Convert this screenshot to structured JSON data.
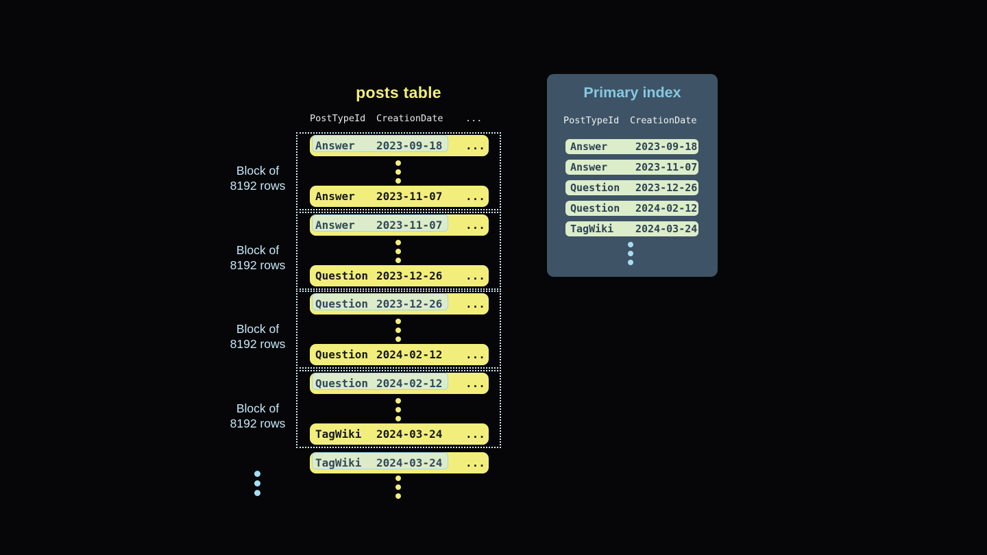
{
  "posts_table": {
    "title": "posts table",
    "header": {
      "col1": "PostTypeId",
      "col2": "CreationDate",
      "more": "..."
    },
    "block_label": {
      "line1": "Block of",
      "line2": "8192 rows"
    },
    "row_more": "...",
    "blocks": [
      {
        "first": {
          "type": "Answer",
          "date": "2023-09-18"
        },
        "last": {
          "type": "Answer",
          "date": "2023-11-07"
        }
      },
      {
        "first": {
          "type": "Answer",
          "date": "2023-11-07"
        },
        "last": {
          "type": "Question",
          "date": "2023-12-26"
        }
      },
      {
        "first": {
          "type": "Question",
          "date": "2023-12-26"
        },
        "last": {
          "type": "Question",
          "date": "2024-02-12"
        }
      },
      {
        "first": {
          "type": "Question",
          "date": "2024-02-12"
        },
        "last": {
          "type": "TagWiki",
          "date": "2024-03-24"
        }
      }
    ],
    "overflow_row": {
      "type": "TagWiki",
      "date": "2024-03-24"
    }
  },
  "primary_index": {
    "title": "Primary index",
    "header": {
      "col1": "PostTypeId",
      "col2": "CreationDate"
    },
    "rows": [
      {
        "type": "Answer",
        "date": "2023-09-18"
      },
      {
        "type": "Answer",
        "date": "2023-11-07"
      },
      {
        "type": "Question",
        "date": "2023-12-26"
      },
      {
        "type": "Question",
        "date": "2024-02-12"
      },
      {
        "type": "TagWiki",
        "date": "2024-03-24"
      }
    ]
  },
  "colors": {
    "background": "#060608",
    "row_yellow": "#f2ee7c",
    "title_yellow": "#f1ee7b",
    "highlight_green": "#dcecca",
    "highlight_border_blue": "#a5d6e8",
    "highlight_text": "#33495c",
    "row_text_dark": "#17181c",
    "dotted_block_border": "#d6eef8",
    "panel_bg": "#3e5365",
    "panel_title_blue": "#85c9e2",
    "header_text": "#eef2f4",
    "index_row_green": "#dcedca",
    "index_row_text": "#2d4254",
    "blue_dots": "#a5def2",
    "block_label_blue": "#c6e9f8"
  }
}
